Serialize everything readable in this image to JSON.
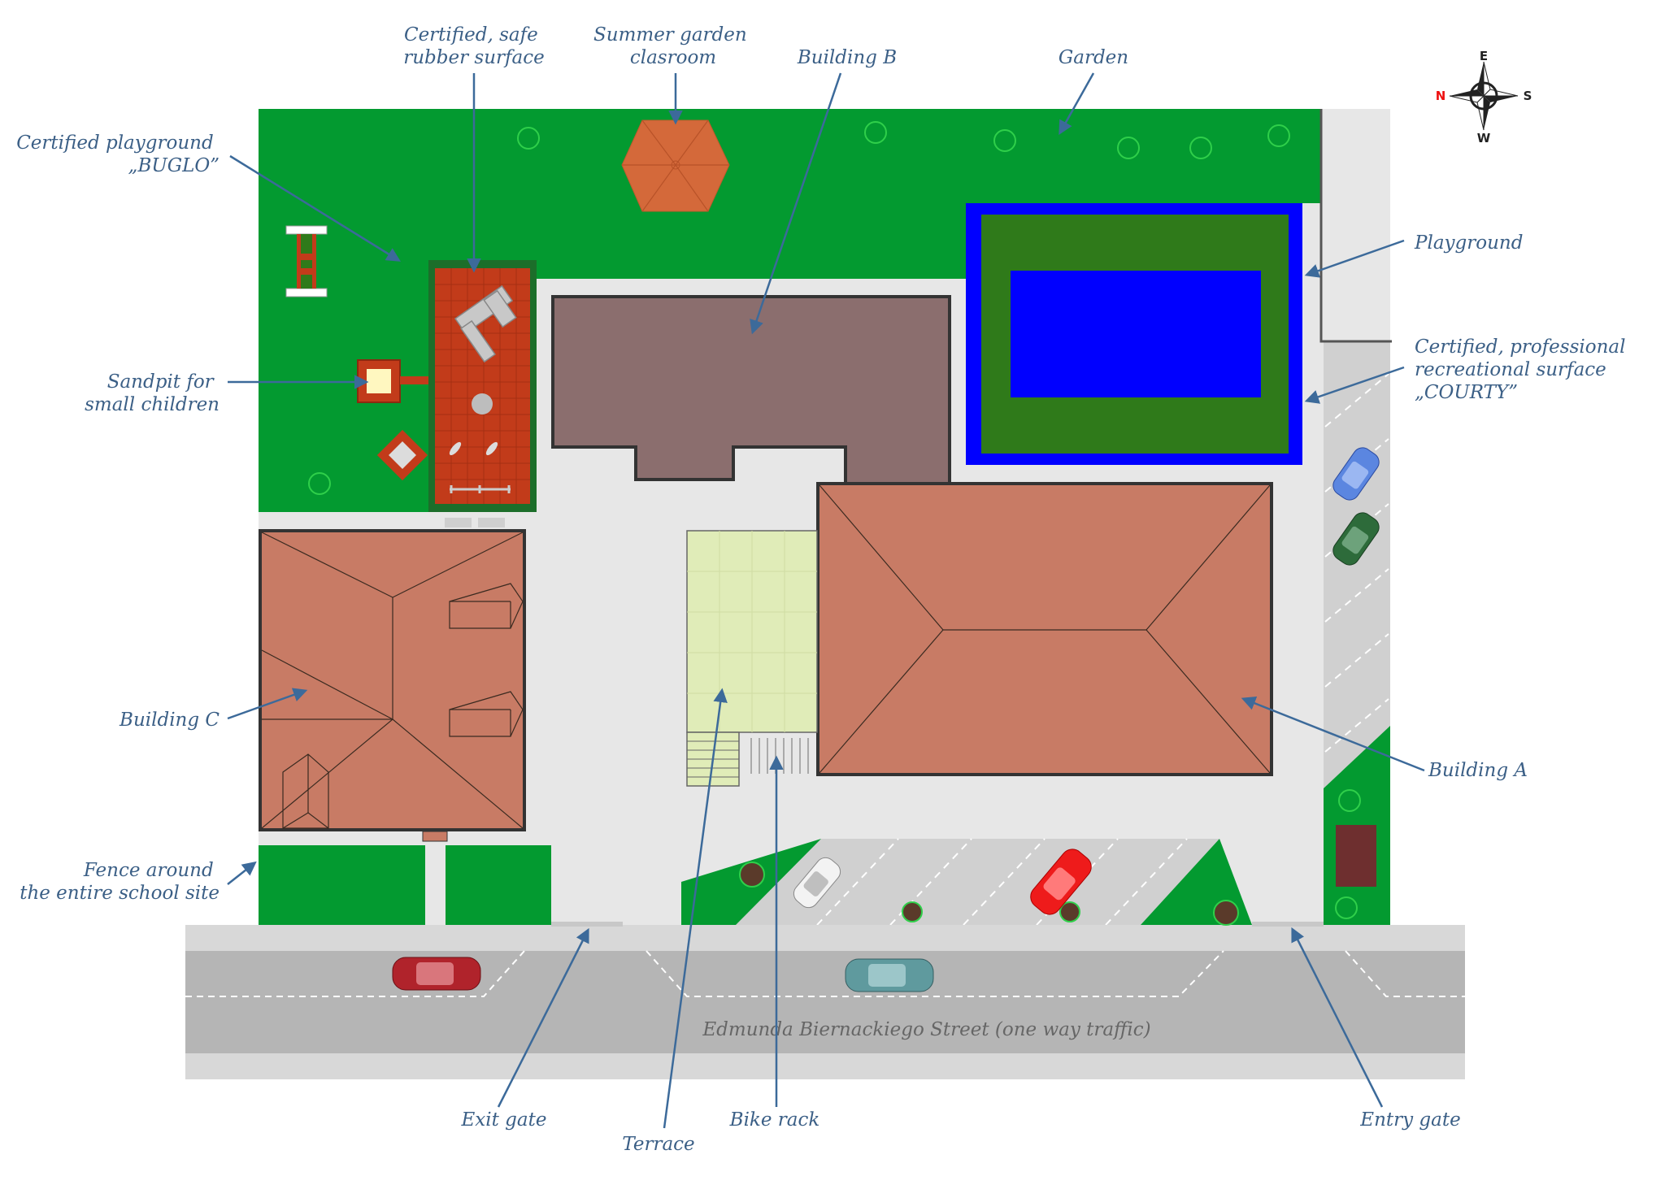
{
  "labels": {
    "certified_surface": [
      "Certified, safe",
      "rubber surface"
    ],
    "summer_garden": [
      "Summer garden",
      "clasroom"
    ],
    "building_b": "Building B",
    "garden": "Garden",
    "playground_buglo": [
      "Certified playground",
      "„BUGLO”"
    ],
    "playground": "Playground",
    "courty": [
      "Certified, professional",
      "recreational surface",
      "„COURTY”"
    ],
    "sandpit": [
      "Sandpit for",
      "small children"
    ],
    "building_c": "Building C",
    "building_a": "Building A",
    "fence": [
      "Fence around",
      "the entire school site"
    ],
    "exit_gate": "Exit gate",
    "terrace": "Terrace",
    "bike_rack": "Bike rack",
    "entry_gate": "Entry gate",
    "street": "Edmunda Biernackiego Street (one way traffic)"
  },
  "compass": {
    "north": "N",
    "south": "S",
    "east": "E",
    "west": "W"
  },
  "colors": {
    "grass": "#039a30",
    "dark_grass": "#2f7a1a",
    "court_blue": "#0000ff",
    "pavement": "#e7e7e7",
    "road": "#b5b5b5",
    "roof": "#c87b65",
    "building_b": "#8b6e6e",
    "rubber": "#c23b1a",
    "terrace": "#e0ecb8",
    "label": "#3b5f86"
  }
}
